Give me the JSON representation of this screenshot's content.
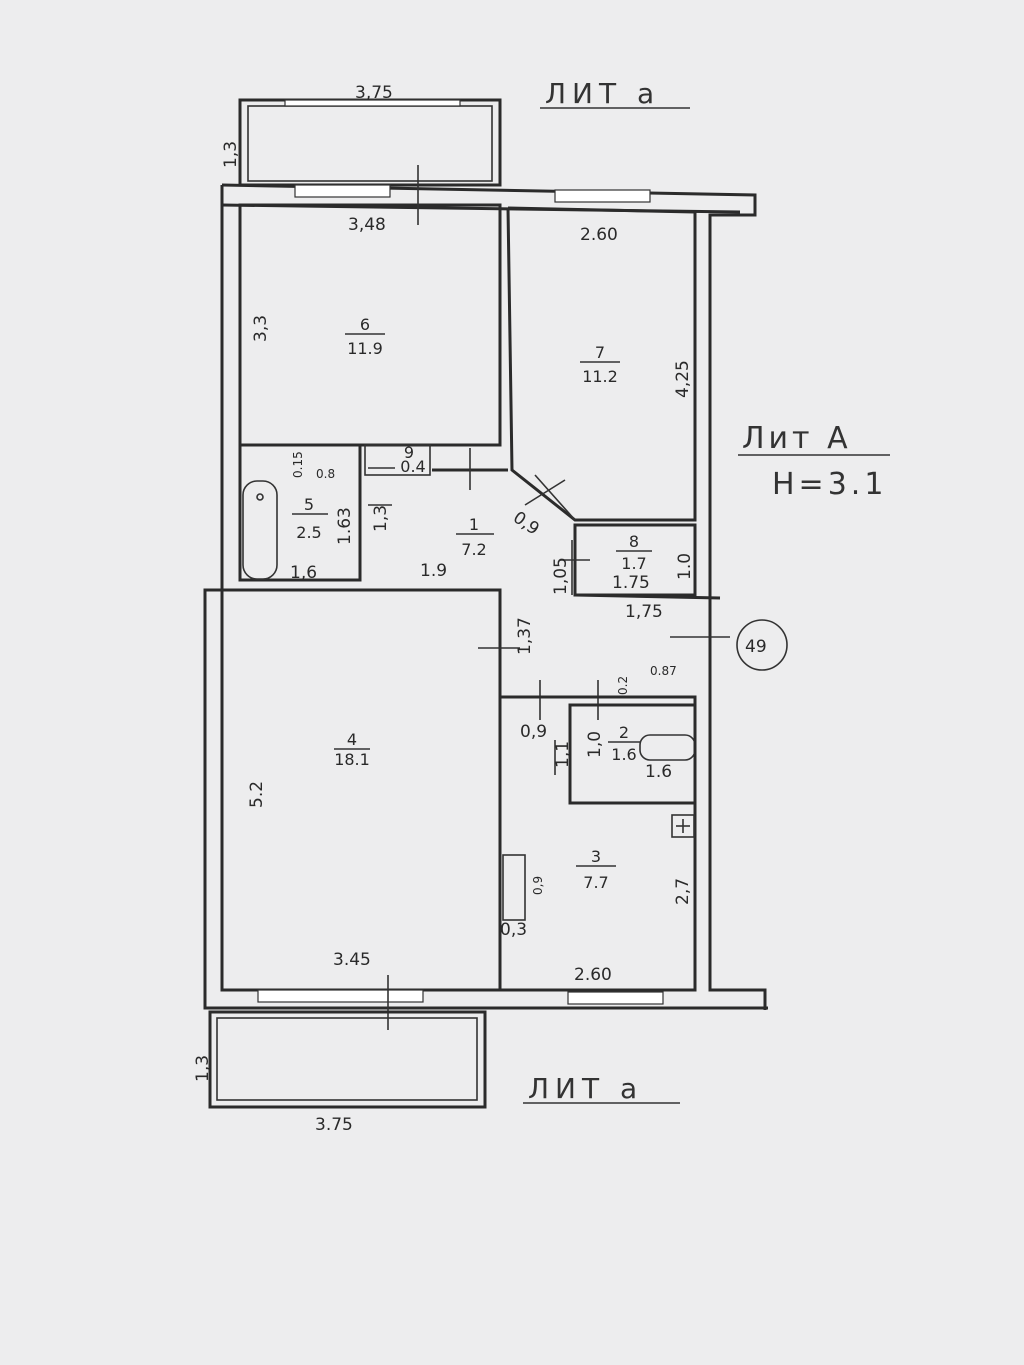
{
  "labels": {
    "lit_top": "ЛИТ а",
    "lit_bottom": "ЛИТ а",
    "lit_main": "Лит А",
    "height": "Н=3.1",
    "apartment_no": "49"
  },
  "rooms": {
    "r1": {
      "number": "1",
      "area": "7.2"
    },
    "r2": {
      "number": "2",
      "area": "1.6"
    },
    "r3": {
      "number": "3",
      "area": "7.7"
    },
    "r4": {
      "number": "4",
      "area": "18.1"
    },
    "r5": {
      "number": "5",
      "area": "2.5"
    },
    "r6": {
      "number": "6",
      "area": "11.9"
    },
    "r7": {
      "number": "7",
      "area": "11.2"
    },
    "r8": {
      "number": "8",
      "area": "1.7"
    },
    "r9": {
      "number": "9",
      "area": "0.4"
    }
  },
  "dims": {
    "balcony_top_width": "3,75",
    "balcony_top_depth": "1,3",
    "r6_width": "3,48",
    "r6_depth": "3,3",
    "r7_width": "2.60",
    "r7_depth": "4,25",
    "r9_small": "0.15",
    "r5_width_top": "0.8",
    "r5_height": "1.63",
    "r5_width": "1,6",
    "r1_height": "1,3",
    "r1_width": "1.9",
    "diag": "0,9",
    "r8_height_left": "1,05",
    "r8_width": "1.75",
    "r8_height_right": "1.0",
    "corridor_width": "1,75",
    "corridor_h": "1,37",
    "wc_top": "0.87",
    "wc_small": "0.2",
    "passage": "0,9",
    "wc_h1": "1,1",
    "wc_h2": "1,0",
    "wc_w": "1.6",
    "r4_depth": "5.2",
    "r4_width": "3.45",
    "r3_niche": "0,9",
    "r3_niche_d": "0,3",
    "r3_depth": "2,7",
    "r3_width": "2.60",
    "balcony_bottom_depth": "1,3",
    "balcony_bottom_width": "3.75"
  }
}
